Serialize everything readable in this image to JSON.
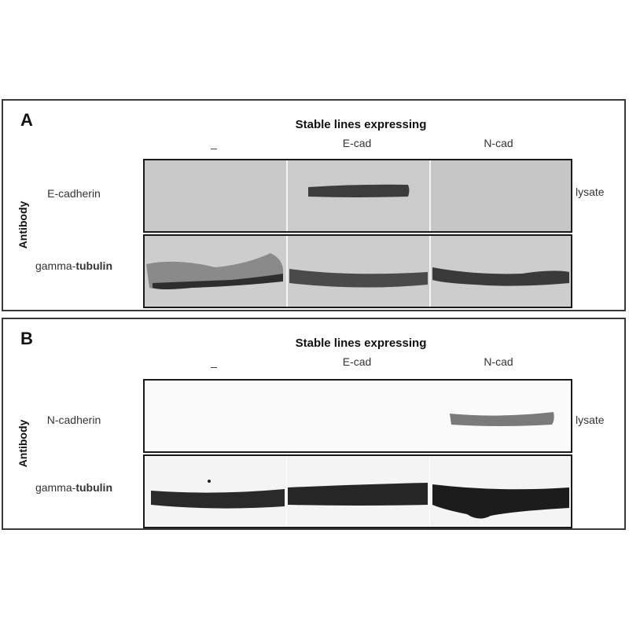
{
  "panels": [
    {
      "letter": "A",
      "heading": "Stable lines expressing",
      "columns": [
        "_",
        "E-cad",
        "N-cad"
      ],
      "axis_label": "Antibody",
      "rows": [
        {
          "antibody_prefix": "E-cadherin",
          "antibody_suffix": "",
          "annotation": "lysate"
        },
        {
          "antibody_prefix": "gamma-",
          "antibody_suffix": "tubulin",
          "annotation": ""
        }
      ]
    },
    {
      "letter": "B",
      "heading": "Stable lines expressing",
      "columns": [
        "_",
        "E-cad",
        "N-cad"
      ],
      "axis_label": "Antibody",
      "rows": [
        {
          "antibody_prefix": "N-cadherin",
          "antibody_suffix": "",
          "annotation": "lysate"
        },
        {
          "antibody_prefix": "gamma-",
          "antibody_suffix": "tubulin",
          "annotation": ""
        }
      ]
    }
  ]
}
